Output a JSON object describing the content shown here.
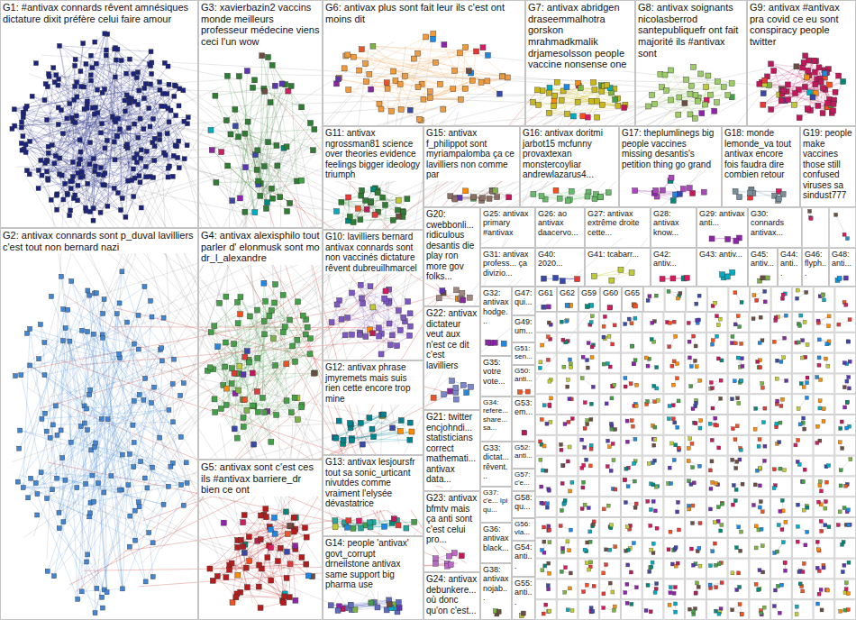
{
  "diagram": {
    "nodes": [
      {
        "text": [
          "G1: #antivax connards rêvent amnésiques dictature dixit préfère celui faire amour"
        ]
      },
      {
        "text": [
          "G2: antivax connards sont p_duval lavilliers c'est tout non bernard nazi"
        ]
      },
      {
        "text": [
          "G3: xavierbazin2 vaccins monde meilleurs professeur médecine viens ceci l'un wow"
        ]
      },
      {
        "text": [
          "G4: antivax alexisphilo tout parler d' elonmusk sont mo dr_l_alexandre"
        ]
      },
      {
        "text": [
          "G5: antivax sont c'est ces ils #antivax barriere_dr bien ce ont"
        ]
      },
      {
        "text": [
          "G6: antivax plus sont fait leur ils c'est ont moins dit"
        ]
      },
      {
        "text": [
          "G7: antivax abridgen draseemmalhotra gorskon mrahmadkmalik drjamesolsson people vaccine nonsense one"
        ]
      },
      {
        "text": [
          "G8: antivax soignants nicolasberrod santepubliquefr ont fait majorité ils #antivax sont"
        ]
      },
      {
        "text": [
          "G9: antivax #antivax pra covid ce eu sont conspiracy people twitter"
        ]
      },
      {
        "text": [
          "G11: antivax ngrossman81 science over theories evidence feelings bigger ideology triumph"
        ]
      },
      {
        "text": [
          "G10: lavilliers bernard antivax connards sont non vaccinés dictature rêvent dubreuilhmarcel"
        ]
      },
      {
        "text": [
          "G12: antivax phrase jmyremets mais suis rien cette encore trop mine"
        ]
      },
      {
        "text": [
          "G13: antivax lesjoursfr tout sa sonic_urticant nivutdes comme vraiment l'elysée dévastatrice"
        ]
      },
      {
        "text": [
          "G14: people 'antivax' govt_corrupt drneilstone antivax same support big pharma use"
        ]
      },
      {
        "text": [
          "G15: antivax f_philippot sont myriampalomba ça ce lavilliers non comme par"
        ]
      },
      {
        "text": [
          "G16: antivax doritmi jarbot15 mcfunny provaxtexan monstercoyliar andrewlazarus4..."
        ]
      },
      {
        "text": [
          "G17: theplumlinegs big people vaccines missing desantis's petition thing go grand"
        ]
      },
      {
        "text": [
          "G18: monde lemonde_va tout antivax encore fois faudra dire combien retour"
        ]
      },
      {
        "text": [
          "G19: people make vaccines those still confused viruses sa sindust777"
        ]
      },
      {
        "text": [
          "G20: cwebbonli... ridiculous desantis die play ron more gov folks..."
        ]
      },
      {
        "text": [
          "G22: antivax dictateur veut aux n'est ce dit c'est lavilliers"
        ]
      },
      {
        "text": [
          "G21: twitter encjohndi... statisticians correct mathemati... antivax data..."
        ]
      },
      {
        "text": [
          "G23: antivax bfmtv mais ça anti sont c'est celui pro..."
        ]
      },
      {
        "text": [
          "G24: antivax debunkere... où donc qu'on c'est..."
        ]
      },
      {
        "text": [
          "G25: antivax primary #antivax"
        ]
      },
      {
        "text": [
          "G26: ao antivax daacervo..."
        ]
      },
      {
        "text": [
          "G27: antivax extrême droite cette..."
        ]
      },
      {
        "text": [
          "G28: antivax know..."
        ]
      },
      {
        "text": [
          "G29: antivax anti..."
        ]
      },
      {
        "text": [
          "G30: connards antivax..."
        ]
      },
      {
        "text": [
          "G31: antivax profess... ça divizio..."
        ]
      },
      {
        "text": [
          "G40: 2020..."
        ]
      },
      {
        "text": [
          "G41: tcabarr..."
        ]
      },
      {
        "text": [
          "G42: antiv..."
        ]
      },
      {
        "text": [
          "G43: antiv..."
        ]
      },
      {
        "text": [
          "G45: antiv..."
        ]
      },
      {
        "text": [
          "G44: anti..."
        ]
      },
      {
        "text": [
          "G46: flyph..."
        ]
      },
      {
        "text": [
          "G48: anti..."
        ]
      },
      {
        "text": [
          "G32: antivax hodge..."
        ]
      },
      {
        "text": [
          "G35: votre vote..."
        ]
      },
      {
        "text": [
          "G34: refere... share... sa..."
        ]
      },
      {
        "text": [
          "G33: dictat... rêvent..."
        ]
      },
      {
        "text": [
          "G37: c'e... lpi qu..."
        ]
      },
      {
        "text": [
          "G36: antivax black..."
        ]
      },
      {
        "text": [
          "G38: antivax nojab..."
        ]
      },
      {
        "text": [
          "G47: qui..."
        ]
      },
      {
        "text": [
          "G49: um..."
        ]
      },
      {
        "text": [
          "G51: sen..."
        ]
      },
      {
        "text": [
          "G50: anti..."
        ]
      },
      {
        "text": [
          "G53: em..."
        ]
      },
      {
        "text": [
          "G52: anti..."
        ]
      },
      {
        "text": [
          "G57: c'e..."
        ]
      },
      {
        "text": [
          "G58: qu..."
        ]
      },
      {
        "text": [
          "G56: vla..."
        ]
      },
      {
        "text": [
          "G54: anti..."
        ]
      },
      {
        "text": [
          "G55: anti..."
        ]
      },
      {
        "text": [
          "G61"
        ]
      },
      {
        "text": [
          "G62"
        ]
      },
      {
        "text": [
          "G59"
        ]
      },
      {
        "text": [
          "G60"
        ]
      },
      {
        "text": [
          "G65"
        ]
      }
    ]
  }
}
